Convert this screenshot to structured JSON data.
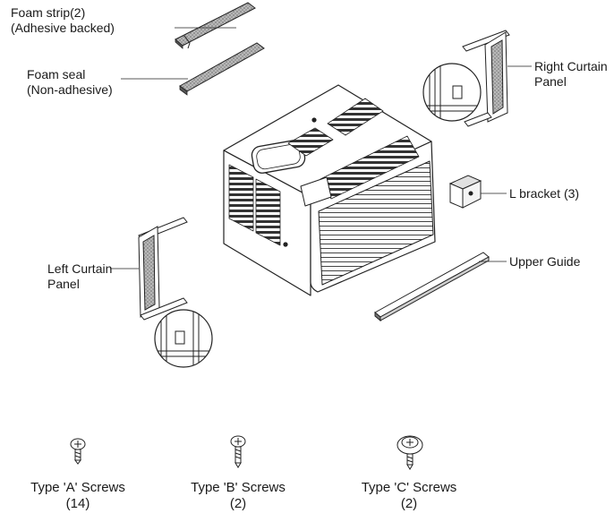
{
  "labels": {
    "foam_strip_line1": "Foam strip(2)",
    "foam_strip_line2": "(Adhesive backed)",
    "foam_seal_line1": "Foam seal",
    "foam_seal_line2": "(Non-adhesive)",
    "right_curtain_line1": "Right Curtain",
    "right_curtain_line2": "Panel",
    "l_bracket": "L bracket (3)",
    "left_curtain_line1": "Left Curtain",
    "left_curtain_line2": "Panel",
    "upper_guide": "Upper Guide"
  },
  "screws": [
    {
      "name": "Type 'A' Screws",
      "qty": "(14)"
    },
    {
      "name": "Type 'B' Screws",
      "qty": "(2)"
    },
    {
      "name": "Type 'C' Screws",
      "qty": "(2)"
    }
  ]
}
